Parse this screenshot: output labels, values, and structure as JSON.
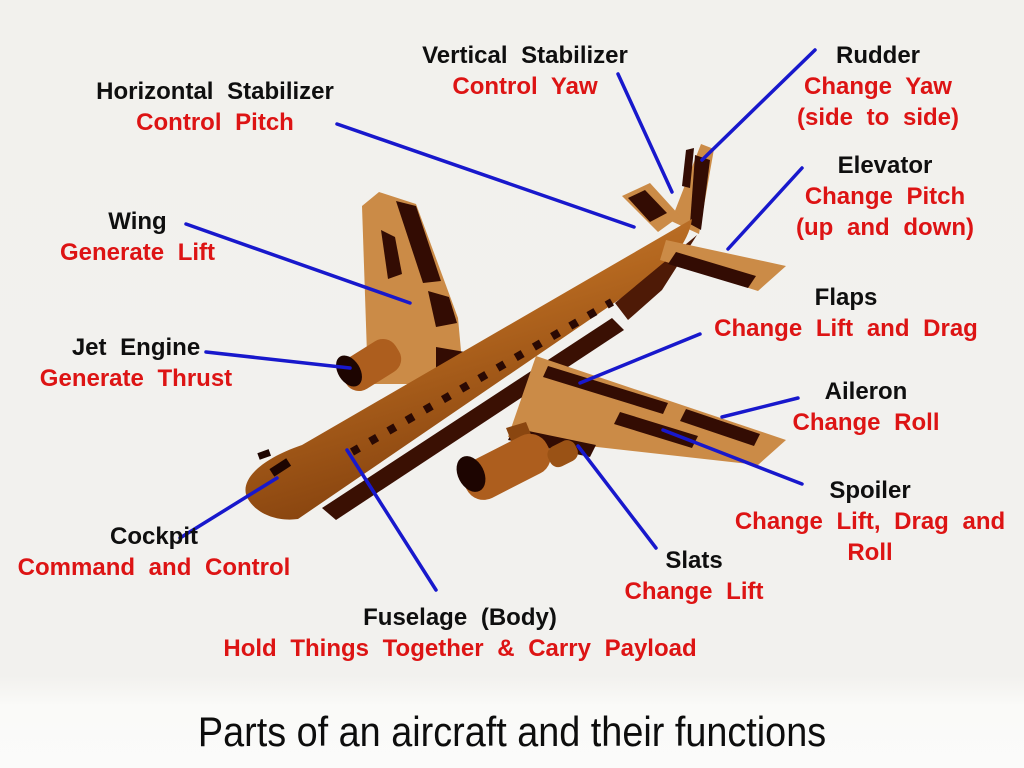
{
  "title": "Parts of an aircraft and their functions",
  "colors": {
    "label_text": "#0f0f0f",
    "function_text": "#dd1414",
    "leader_line": "#1818cc",
    "plane_wing": "#cb8b47",
    "plane_marking": "#330c03",
    "plane_shadow": "#7e3c0b",
    "plane_engine": "#ad5e1e",
    "engine_intake": "#1d0501"
  },
  "labels": {
    "vertical_stabilizer": {
      "name": "Vertical Stabilizer",
      "func": "Control Yaw"
    },
    "rudder": {
      "name": "Rudder",
      "func": "Change Yaw",
      "func2": "(side to side)"
    },
    "horizontal_stabilizer": {
      "name": "Horizontal Stabilizer",
      "func": "Control Pitch"
    },
    "elevator": {
      "name": "Elevator",
      "func": "Change Pitch",
      "func2": "(up and down)"
    },
    "wing": {
      "name": "Wing",
      "func": "Generate Lift"
    },
    "jet_engine": {
      "name": "Jet Engine",
      "func": "Generate Thrust"
    },
    "flaps": {
      "name": "Flaps",
      "func": "Change Lift and Drag"
    },
    "aileron": {
      "name": "Aileron",
      "func": "Change Roll"
    },
    "spoiler": {
      "name": "Spoiler",
      "func": "Change Lift, Drag and",
      "func2": "Roll"
    },
    "slats": {
      "name": "Slats",
      "func": "Change Lift"
    },
    "cockpit": {
      "name": "Cockpit",
      "func": "Command and Control"
    },
    "fuselage": {
      "name": "Fuselage (Body)",
      "func": "Hold Things Together & Carry Payload"
    }
  }
}
